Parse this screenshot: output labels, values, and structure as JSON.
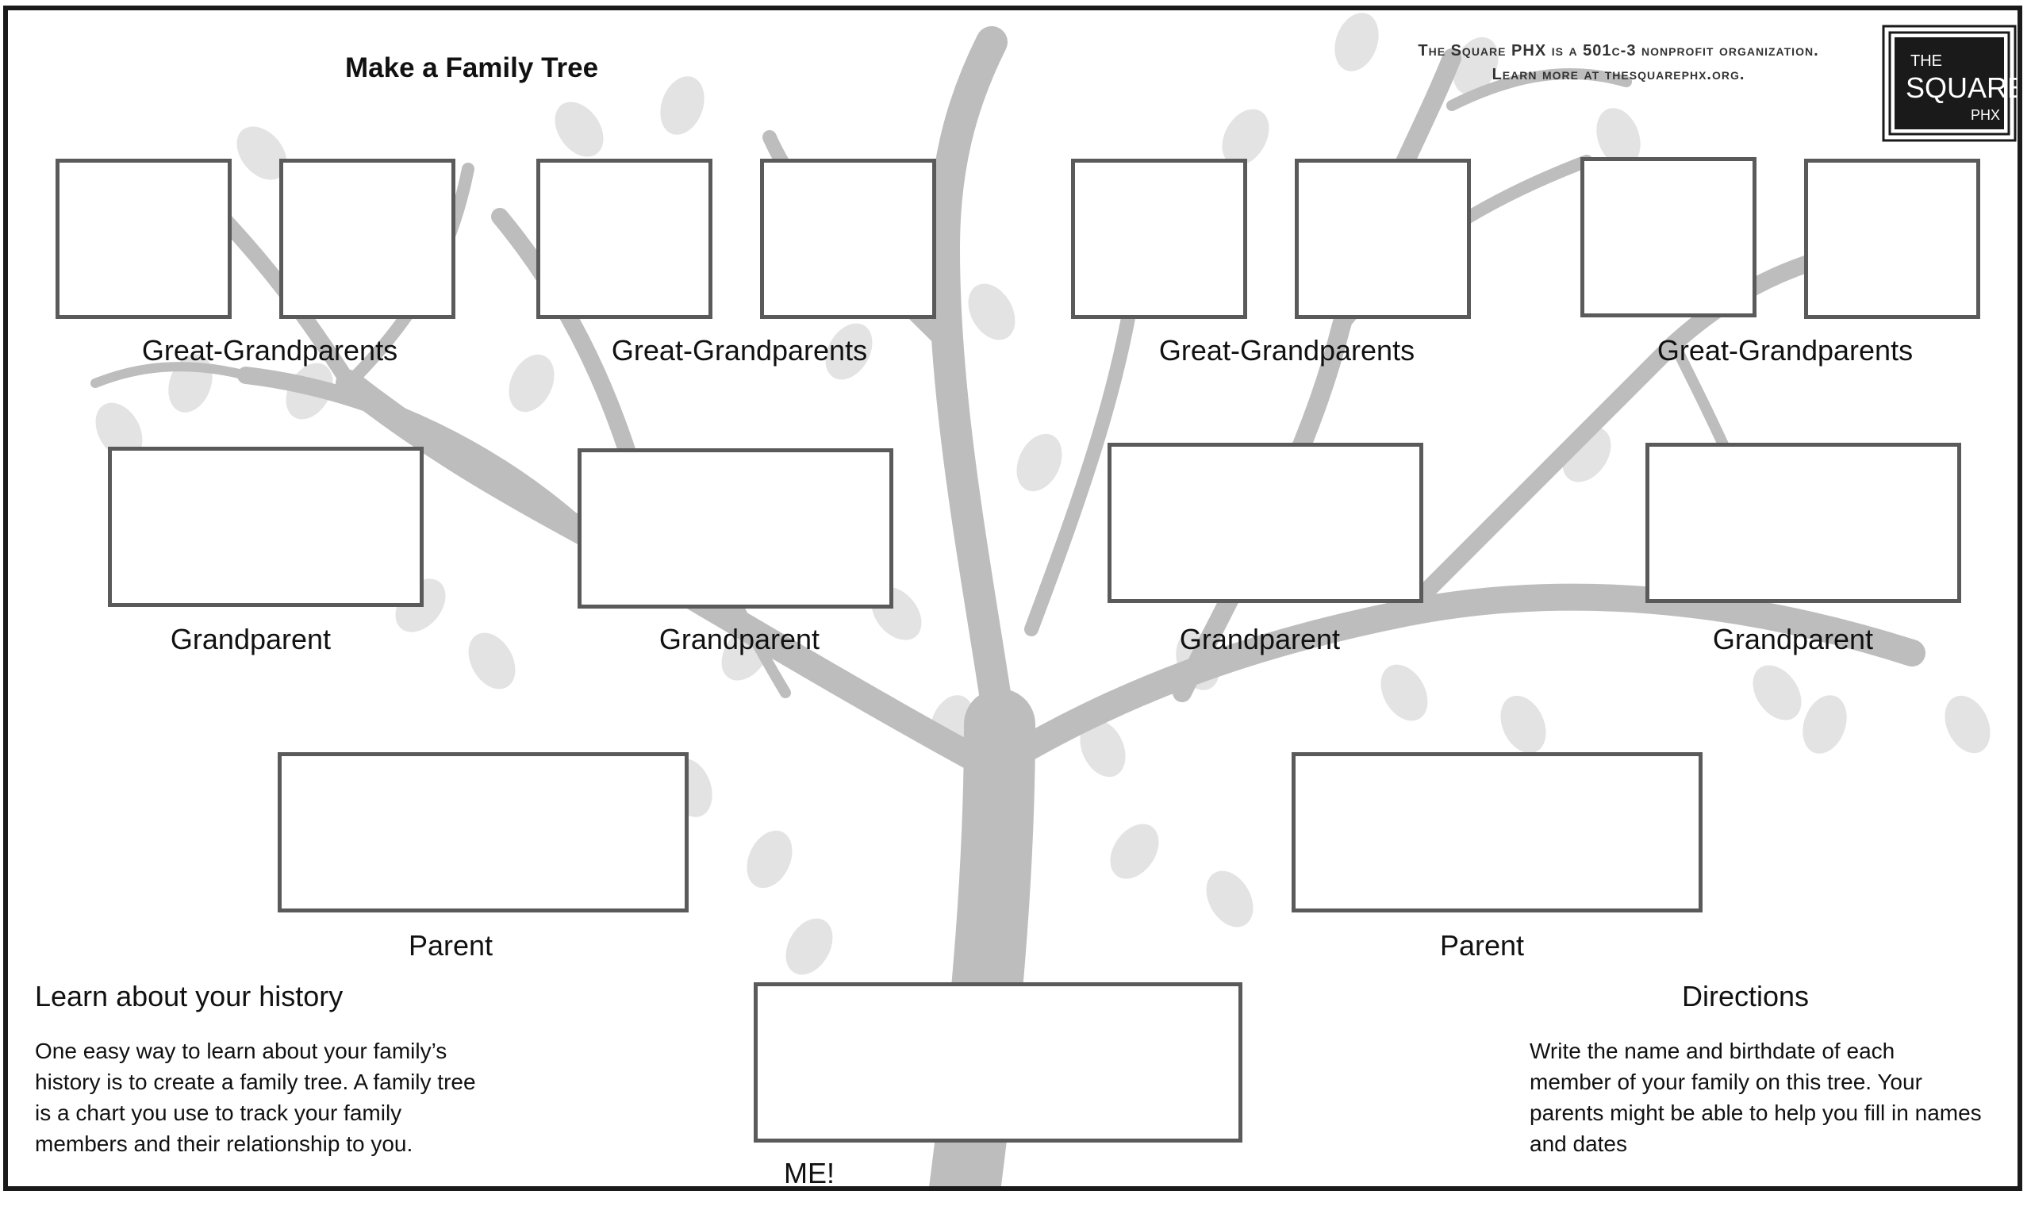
{
  "header": {
    "title": "Make a Family Tree",
    "org_line1": "The Square PHX is a 501c-3 nonprofit organization.",
    "org_line2": "Learn more at thesquarephx.org.",
    "logo_line1": "THE",
    "logo_line2": "SQUARE",
    "logo_line3": "PHX"
  },
  "labels": {
    "great_grandparents": "Great-Grandparents",
    "grandparent": "Grandparent",
    "parent": "Parent",
    "me": "ME!"
  },
  "left_panel": {
    "heading": "Learn about your history",
    "lines": [
      "One easy way to learn about your family’s",
      "history is to create a family tree. A family tree",
      "is a chart you use to track your family",
      "members and their relationship to you."
    ]
  },
  "right_panel": {
    "heading": "Directions",
    "lines": [
      "Write the name and birthdate of each",
      "member of your family on this tree. Your",
      "parents might be able to help you fill in names",
      "and dates"
    ]
  },
  "colors": {
    "tree": "#bdbdbd",
    "leaf": "#e0e0e0",
    "box_border": "#5a5a5a",
    "frame": "#1a1a1a"
  }
}
